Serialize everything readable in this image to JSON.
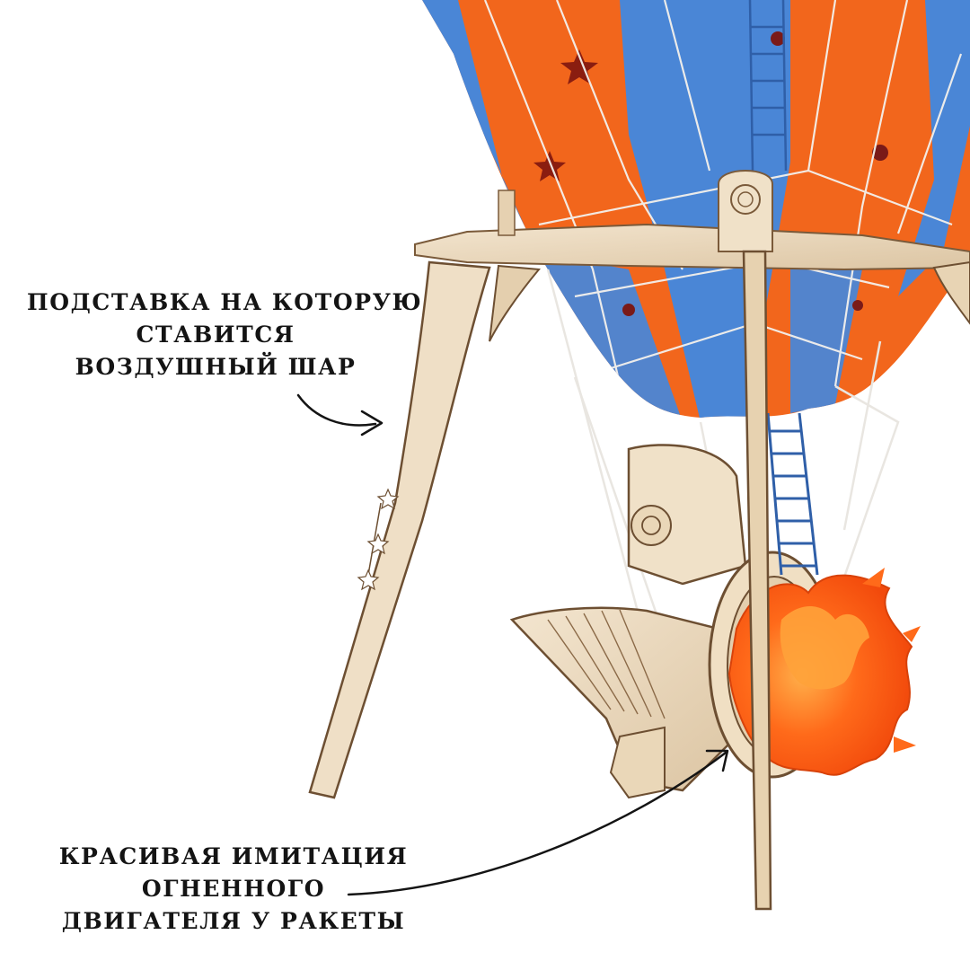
{
  "annotations": {
    "stand": {
      "lines": [
        "ПОДСТАВКА НА КОТОРУЮ",
        "СТАВИТСЯ",
        "ВОЗДУШНЫЙ ШАР"
      ]
    },
    "engine": {
      "lines": [
        "КРАСИВАЯ ИМИТАЦИЯ",
        "ОГНЕННОГО",
        "ДВИГАТЕЛЯ У РАКЕТЫ"
      ]
    }
  },
  "colors": {
    "background": "#ffffff",
    "text": "#141414",
    "balloon_orange": "#f2661c",
    "balloon_blue": "#4a86d6",
    "plywood": "#ead8bd",
    "plywood_edge": "#7a5a3a",
    "flame_orange": "#ff5a12",
    "flame_yellow": "#ff9a2a",
    "rope": "#f4f1ec"
  }
}
